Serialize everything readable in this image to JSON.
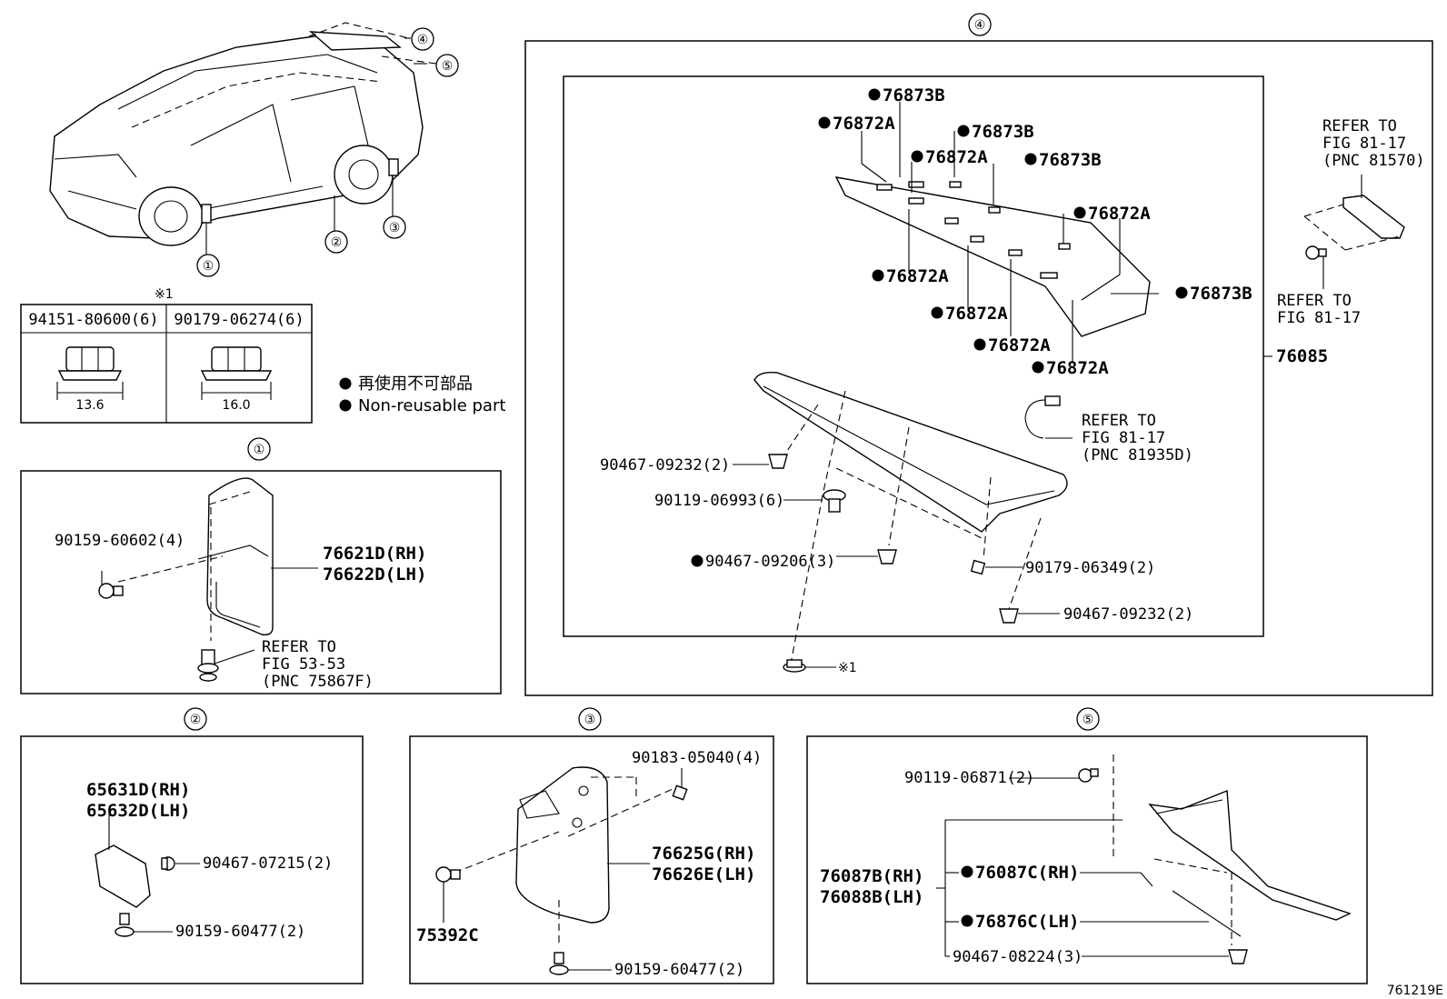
{
  "diagram_code": "761219E",
  "legend": {
    "jp": "再使用不可部品",
    "en": "Non-reusable part"
  },
  "nut_table": {
    "note": "※1",
    "col1_part": "94151-80600(6)",
    "col1_size": "13.6",
    "col2_part": "90179-06274(6)",
    "col2_size": "16.0"
  },
  "overview": {
    "labels": [
      "①",
      "②",
      "③",
      "④",
      "⑤"
    ]
  },
  "section1": {
    "number": "①",
    "bolt": "90159-60602(4)",
    "flap_rh": "76621D(RH)",
    "flap_lh": "76622D(LH)",
    "refer_1": "REFER TO",
    "refer_2": "FIG 53-53",
    "refer_3": "(PNC 75867F)"
  },
  "section2": {
    "number": "②",
    "guard_rh": "65631D(RH)",
    "guard_lh": "65632D(LH)",
    "clip": "90467-07215(2)",
    "bolt": "90159-60477(2)"
  },
  "section3": {
    "number": "③",
    "nut": "90183-05040(4)",
    "flap_rh": "76625G(RH)",
    "flap_lh": "76626E(LH)",
    "screw": "75392C",
    "bolt": "90159-60477(2)"
  },
  "section4": {
    "number": "④",
    "tapes": [
      {
        "text": "76873B",
        "np": true
      },
      {
        "text": "76872A",
        "np": true
      },
      {
        "text": "76873B",
        "np": true
      },
      {
        "text": "76872A",
        "np": true
      },
      {
        "text": "76873B",
        "np": true
      },
      {
        "text": "76872A",
        "np": true
      },
      {
        "text": "76872A",
        "np": true
      },
      {
        "text": "76873B",
        "np": true
      },
      {
        "text": "76872A",
        "np": true
      },
      {
        "text": "76872A",
        "np": true
      },
      {
        "text": "76872A",
        "np": true
      }
    ],
    "assy": "76085",
    "refer_a_1": "REFER TO",
    "refer_a_2": "FIG 81-17",
    "refer_a_3": "(PNC 81570)",
    "refer_b_1": "REFER TO",
    "refer_b_2": "FIG 81-17",
    "refer_c_1": "REFER TO",
    "refer_c_2": "FIG 81-17",
    "refer_c_3": "(PNC 81935D)",
    "clip_a": "90467-09232(2)",
    "clip_b": "90119-06993(6)",
    "clip_c": "90467-09206(3)",
    "nut_d": "90179-06349(2)",
    "clip_e": "90467-09232(2)",
    "note_nut": "※1"
  },
  "section5": {
    "number": "⑤",
    "screw": "90119-06871(2)",
    "spoiler_rh": "76087B(RH)",
    "spoiler_lh": "76088B(LH)",
    "tape_rh": "76087C(RH)",
    "tape_lh": "76876C(LH)",
    "clip": "90467-08224(3)"
  }
}
